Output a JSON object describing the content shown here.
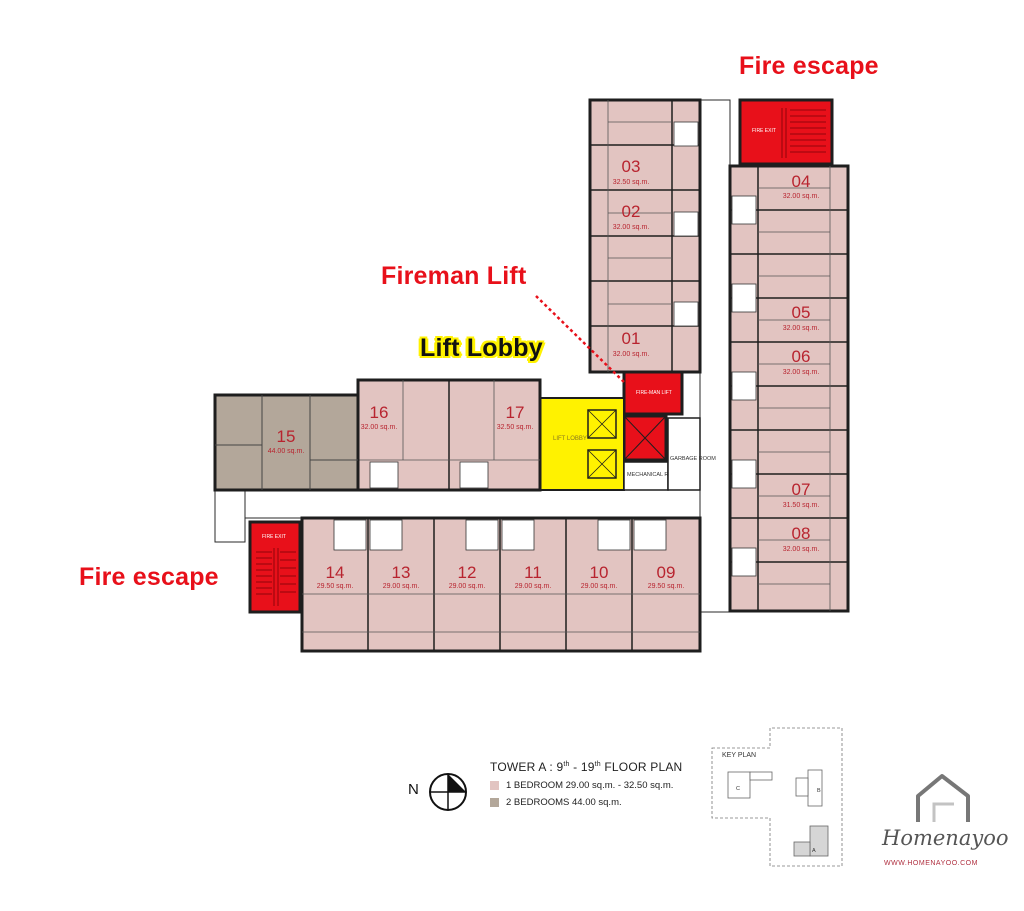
{
  "units": [
    {
      "num": "01",
      "area": "32.00 sq.m."
    },
    {
      "num": "02",
      "area": "32.00 sq.m."
    },
    {
      "num": "03",
      "area": "32.50 sq.m."
    },
    {
      "num": "04",
      "area": "32.00 sq.m."
    },
    {
      "num": "05",
      "area": "32.00 sq.m."
    },
    {
      "num": "06",
      "area": "32.00 sq.m."
    },
    {
      "num": "07",
      "area": "31.50 sq.m."
    },
    {
      "num": "08",
      "area": "32.00 sq.m."
    },
    {
      "num": "09",
      "area": "29.50 sq.m."
    },
    {
      "num": "10",
      "area": "29.00 sq.m."
    },
    {
      "num": "11",
      "area": "29.00 sq.m."
    },
    {
      "num": "12",
      "area": "29.00 sq.m."
    },
    {
      "num": "13",
      "area": "29.00 sq.m."
    },
    {
      "num": "14",
      "area": "29.50 sq.m."
    },
    {
      "num": "15",
      "area": "44.00 sq.m."
    },
    {
      "num": "16",
      "area": "32.00 sq.m."
    },
    {
      "num": "17",
      "area": "32.50 sq.m."
    }
  ],
  "rooms": {
    "lift_lobby": "LIFT LOBBY",
    "mechanical": "MECHANICAL ROOM",
    "garbage": "GARBAGE ROOM",
    "fireman_lift": "FIRE-MAN LIFT",
    "fire_exit": "FIRE EXIT"
  },
  "callouts": {
    "fire_escape_top": "Fire escape",
    "fire_escape_left": "Fire escape",
    "fireman_lift": "Fireman Lift",
    "lift_lobby": "Lift Lobby"
  },
  "legend": {
    "title_pre": "TOWER A : 9",
    "title_sup1": "th",
    "title_mid": " - 19",
    "title_sup2": "th",
    "title_post": " FLOOR PLAN",
    "one_bedroom": "1 BEDROOM 29.00 sq.m. - 32.50 sq.m.",
    "two_bedrooms": "2 BEDROOMS 44.00 sq.m."
  },
  "north": "N",
  "keyplan": {
    "label": "KEY PLAN",
    "a": "A",
    "b": "B",
    "c": "C"
  },
  "logo": {
    "name": "Homenayoo",
    "url": "WWW.HOMENAYOO.COM"
  },
  "colors": {
    "one_bedroom": "#e2c4c1",
    "two_bedrooms": "#b3a79a",
    "fire": "#e8101a",
    "lobby": "#fff200",
    "wall": "#1e1e1e"
  }
}
